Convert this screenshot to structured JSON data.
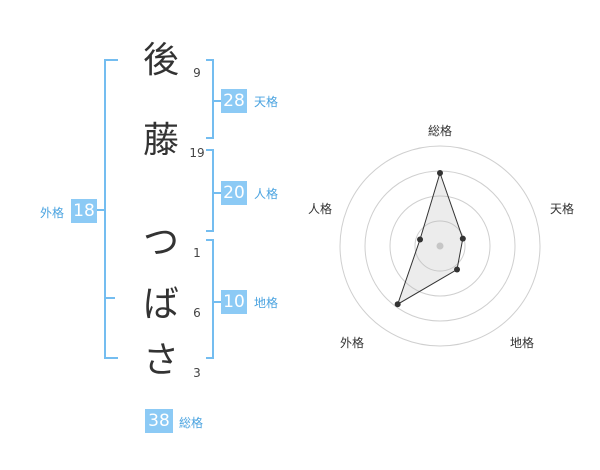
{
  "name": {
    "chars": [
      {
        "char": "後",
        "strokes": "9"
      },
      {
        "char": "藤",
        "strokes": "19"
      },
      {
        "char": "つ",
        "strokes": "1"
      },
      {
        "char": "ば",
        "strokes": "6"
      },
      {
        "char": "さ",
        "strokes": "3"
      }
    ]
  },
  "kaku": {
    "tenkaku": {
      "value": "28",
      "label": "天格"
    },
    "jinkaku": {
      "value": "20",
      "label": "人格"
    },
    "chikaku": {
      "value": "10",
      "label": "地格"
    },
    "gaikaku": {
      "value": "18",
      "label": "外格"
    },
    "soukaku": {
      "value": "38",
      "label": "総格"
    }
  },
  "radar": {
    "axes": [
      "総格",
      "天格",
      "地格",
      "外格",
      "人格"
    ],
    "values": [
      0.73,
      0.24,
      0.29,
      0.72,
      0.21
    ],
    "rings": 4
  },
  "colors": {
    "accent": "#8ccaf5",
    "bracket": "#74bdf0",
    "label": "#4aa3e0"
  }
}
